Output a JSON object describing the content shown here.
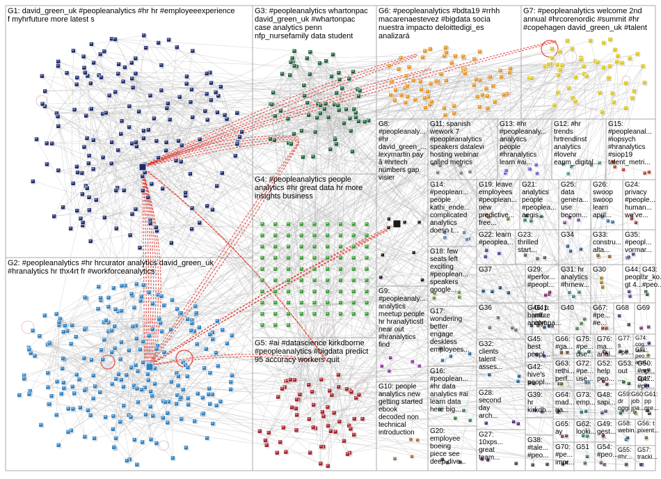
{
  "colors": {
    "G1": "#1c2a6b",
    "G2": "#2e7fbf",
    "G3": "#1f5f3a",
    "G4": "#3c9b35",
    "G5": "#a2212a",
    "G6": "#e39426",
    "G7": "#d9c419",
    "G8": "#1a1a1a",
    "G9": "#8b2ca0",
    "G10": "#9a6c4a",
    "other": "#7a7a7a"
  },
  "groups": [
    {
      "id": "G1",
      "lines": [
        "G1: david_green_uk #peopleanalytics #hr hr #employeeexperience",
        "f myhrfuture more latest s"
      ]
    },
    {
      "id": "G2",
      "lines": [
        "G2: #peopleanalytics #hr hrcurator analytics david_green_uk",
        "#hranalytics hr thx4rt fr #workforceanalytics"
      ]
    },
    {
      "id": "G3",
      "lines": [
        "G3: #peopleanalytics whartonpac",
        "david_green_uk #whartonpac",
        "case analytics penn",
        "nfp_nursefamily data student"
      ]
    },
    {
      "id": "G4",
      "lines": [
        "G4: #peopleanalytics people",
        "analytics #hr great data hr more",
        "insights business"
      ]
    },
    {
      "id": "G5",
      "lines": [
        "G5: #ai #datascience kirkdborne",
        "#peopleanalytics #bigdata predict",
        "95 accuracy workers quit"
      ]
    },
    {
      "id": "G6",
      "lines": [
        "G6: #peopleanalytics #bdta19 #rrhh",
        "macarenaestevez #bigdata socia",
        "nuestra impacto deloittedigi_es",
        "analizará"
      ]
    },
    {
      "id": "G7",
      "lines": [
        "G7: #peopleanalytics welcome 2nd",
        "annual #hrcorenordic #summit #hr",
        "#copehagen david_green_uk #talent"
      ]
    },
    {
      "id": "G8",
      "lines": [
        "G8:",
        "#peopleanaly...",
        "#hr",
        "david_green_...",
        "lexymartin pay",
        "â #hrtech",
        "numbers gap",
        "visier"
      ]
    },
    {
      "id": "G9",
      "lines": [
        "G9:",
        "#peopleanaly...",
        "analytics",
        "meetup people",
        "hr hranalyticstl",
        "near out",
        "#hranalytics",
        "find"
      ]
    },
    {
      "id": "G10",
      "lines": [
        "G10: people",
        "analytics new",
        "getting started",
        "ebook",
        "decoded non",
        "technical",
        "introduction"
      ]
    },
    {
      "id": "G11",
      "lines": [
        "G11: spanish",
        "wework 7",
        "#peopleanalytics",
        "speakers datalevi",
        "hosting webinar",
        "called metrics"
      ]
    },
    {
      "id": "G12",
      "lines": [
        "G12: #hr",
        "trends",
        "hrtrendinst",
        "analytics",
        "#lovehr",
        "eapm_digital..."
      ]
    },
    {
      "id": "G13",
      "lines": [
        "G13: #hr",
        "#peopleanaly...",
        "analytics",
        "people",
        "#hranalytics",
        "learn #ai..."
      ]
    },
    {
      "id": "G14",
      "lines": [
        "G14:",
        "#peoplean...",
        "people",
        "kathi_ende...",
        "complicated",
        "analytics",
        "doesn t..."
      ]
    },
    {
      "id": "G15",
      "lines": [
        "G15:",
        "#peopleanal...",
        "#iopsych",
        "#hranalytics",
        "#siop19",
        "talent_metri..."
      ]
    },
    {
      "id": "G16",
      "lines": [
        "G16:",
        "#peoplean...",
        "#hr data",
        "analytics #ai",
        "learn data",
        "here big..."
      ]
    },
    {
      "id": "G17",
      "lines": [
        "G17:",
        "wondering",
        "better",
        "engage",
        "deskless",
        "employees..."
      ]
    },
    {
      "id": "G18",
      "lines": [
        "G18: few",
        "seats left",
        "exciting",
        "#peoplean...",
        "speakers",
        "google..."
      ]
    },
    {
      "id": "G19",
      "lines": [
        "G19: leave",
        "employees",
        "#peoplean...",
        "new",
        "predictive...",
        "free..."
      ]
    },
    {
      "id": "G20",
      "lines": [
        "G20:",
        "employee",
        "boeing",
        "piece see",
        "deep dive..."
      ]
    },
    {
      "id": "G21",
      "lines": [
        "G21:",
        "analytics",
        "people",
        "#peoplea...",
        "aegis..."
      ]
    },
    {
      "id": "G22",
      "lines": [
        "G22: learn",
        "#peoplea..."
      ]
    },
    {
      "id": "G23",
      "lines": [
        "G23:",
        "thrilled",
        "start..."
      ]
    },
    {
      "id": "G24",
      "lines": [
        "G24:",
        "privacy",
        "#people...",
        "human...",
        "we've..."
      ]
    },
    {
      "id": "G25",
      "lines": [
        "G25:",
        "data",
        "genera...",
        "use",
        "becom..."
      ]
    },
    {
      "id": "G26",
      "lines": [
        "G26:",
        "swoop",
        "swoop",
        "learn",
        "april..."
      ]
    },
    {
      "id": "G27",
      "lines": [
        "G27:",
        "10xps...",
        "great",
        "team..."
      ]
    },
    {
      "id": "G28",
      "lines": [
        "G28:",
        "second",
        "day",
        "arch..."
      ]
    },
    {
      "id": "G29",
      "lines": [
        "G29:",
        "#perfor...",
        "#peopl..."
      ]
    },
    {
      "id": "G30",
      "lines": [
        "G30"
      ]
    },
    {
      "id": "G31",
      "lines": [
        "G31: hr",
        "analytics",
        "#hrnew..."
      ]
    },
    {
      "id": "G32",
      "lines": [
        "G32:",
        "clients",
        "talent",
        "asses..."
      ]
    },
    {
      "id": "G33",
      "lines": [
        "G33:",
        "constru...",
        "alta..."
      ]
    },
    {
      "id": "G34",
      "lines": [
        "G34"
      ]
    },
    {
      "id": "G35",
      "lines": [
        "G35:",
        "#peopl...",
        "vormar..."
      ]
    },
    {
      "id": "G36",
      "lines": [
        "G36"
      ]
    },
    {
      "id": "G37",
      "lines": [
        "G37"
      ]
    },
    {
      "id": "G38",
      "lines": [
        "G38:",
        "#tale...",
        "#peo..."
      ]
    },
    {
      "id": "G39",
      "lines": [
        "G39:",
        "hr",
        "kirkdb..."
      ]
    },
    {
      "id": "G40",
      "lines": [
        "G40"
      ]
    },
    {
      "id": "G41",
      "lines": [
        "G41:",
        "more",
        "compa..."
      ]
    },
    {
      "id": "G42",
      "lines": [
        "G42:",
        "hive's",
        "peopl..."
      ]
    },
    {
      "id": "G43",
      "lines": [
        "G43:",
        "hr_ko...",
        "#peo..."
      ]
    },
    {
      "id": "G44",
      "lines": [
        "G44:",
        "peopl...",
        "gt 4..."
      ]
    },
    {
      "id": "G45",
      "lines": [
        "G45:",
        "best",
        "peopl..."
      ]
    },
    {
      "id": "G46",
      "lines": [
        "G46: p",
        "banff...",
        "analyt..."
      ]
    },
    {
      "id": "G47",
      "lines": [
        "G47:",
        "#pe..."
      ]
    },
    {
      "id": "G48",
      "lines": [
        "G48:",
        "sapi..."
      ]
    },
    {
      "id": "G49",
      "lines": [
        "G49:",
        "gest..."
      ]
    },
    {
      "id": "G50",
      "lines": [
        "G50:",
        "#np...",
        "spe..."
      ]
    },
    {
      "id": "G51",
      "lines": [
        "G51"
      ]
    },
    {
      "id": "G52",
      "lines": [
        "G52:",
        "help",
        "peo..."
      ]
    },
    {
      "id": "G53",
      "lines": [
        "G53:",
        "out",
        "..."
      ]
    },
    {
      "id": "G54",
      "lines": [
        "G54:",
        "#peo..."
      ]
    },
    {
      "id": "G55",
      "lines": [
        "G55:",
        "#hr..."
      ]
    },
    {
      "id": "G56",
      "lines": [
        "G56: t",
        "pixent..."
      ]
    },
    {
      "id": "G57",
      "lines": [
        "G57:",
        "tracki..."
      ]
    },
    {
      "id": "G58",
      "lines": [
        "G58:",
        "webin..."
      ]
    },
    {
      "id": "G59",
      "lines": [
        "G59:",
        "dr",
        "oggi"
      ]
    },
    {
      "id": "G60",
      "lines": [
        "G60:",
        "job",
        "jpa..."
      ]
    },
    {
      "id": "G61",
      "lines": [
        "G61:",
        "pp",
        "gre..."
      ]
    },
    {
      "id": "G62",
      "lines": [
        "G62:",
        "looki..."
      ]
    },
    {
      "id": "G63",
      "lines": [
        "G63:",
        "rethi...",
        "perf..."
      ]
    },
    {
      "id": "G64",
      "lines": [
        "G64:",
        "mad...",
        "ga..."
      ]
    },
    {
      "id": "G65",
      "lines": [
        "G65:",
        "ay"
      ]
    },
    {
      "id": "G66",
      "lines": [
        "G66:",
        "#ga..."
      ]
    },
    {
      "id": "G67",
      "lines": [
        "G67:",
        "#pe...",
        "#e..."
      ]
    },
    {
      "id": "G68",
      "lines": [
        "G68"
      ]
    },
    {
      "id": "G69",
      "lines": [
        "G69"
      ]
    },
    {
      "id": "G70",
      "lines": [
        "G70:",
        "#pe...",
        "impr..."
      ]
    },
    {
      "id": "G71",
      "lines": [
        "G71:",
        "peo...",
        "anal..."
      ]
    },
    {
      "id": "G72",
      "lines": [
        "G72:",
        "#pe...",
        "use..."
      ]
    },
    {
      "id": "G73",
      "lines": [
        "G73:",
        "emp..."
      ]
    },
    {
      "id": "G74",
      "lines": [
        "G74:",
        "cog...",
        "tale..."
      ]
    },
    {
      "id": "G75",
      "lines": [
        "G75:",
        "#pe...",
        "use..."
      ]
    },
    {
      "id": "G76",
      "lines": [
        "G76:",
        "ma...",
        "anal..."
      ]
    },
    {
      "id": "G77",
      "lines": [
        "G77:",
        "s",
        "#pe..."
      ]
    }
  ]
}
